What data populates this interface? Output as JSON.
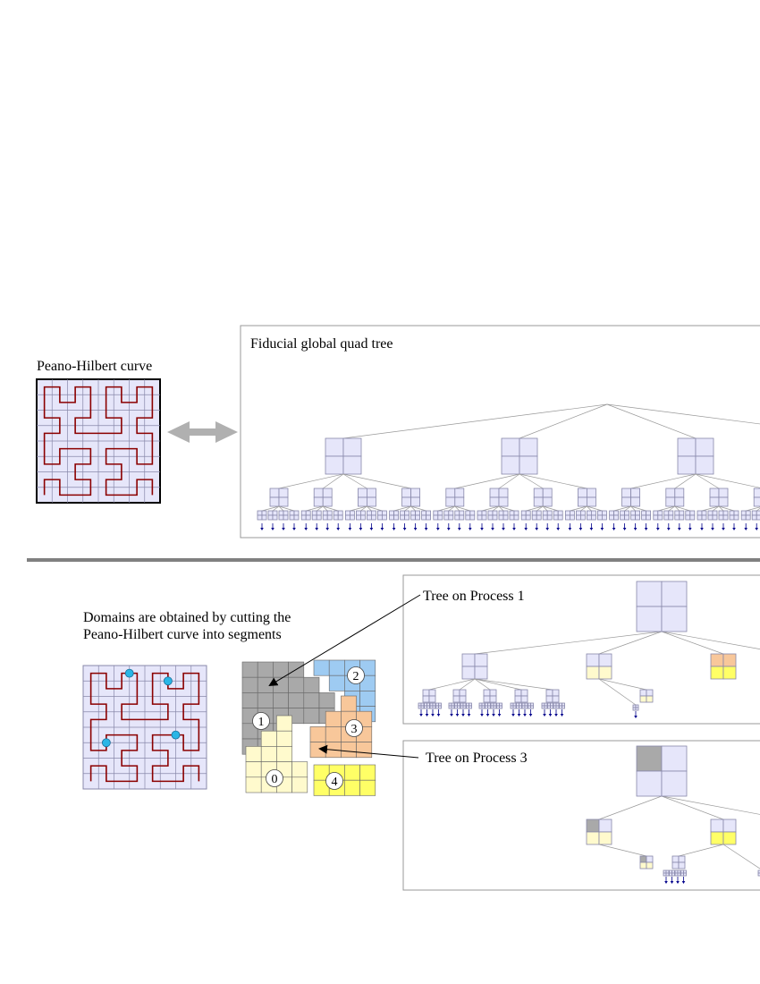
{
  "labels": {
    "peano_title": "Peano-Hilbert curve",
    "global_tree_title": "Fiducial global quad tree",
    "domains_line1": "Domains are obtained by cutting the",
    "domains_line2": "Peano-Hilbert curve into segments",
    "tree_process1": "Tree on Process 1",
    "tree_process3": "Tree on Process 3"
  },
  "domains": [
    {
      "number": "0",
      "color": "#fffacd"
    },
    {
      "number": "1",
      "color": "#a9a9a9"
    },
    {
      "number": "2",
      "color": "#9ecbf2"
    },
    {
      "number": "3",
      "color": "#f8c79a"
    },
    {
      "number": "4",
      "color": "#ffff66"
    }
  ],
  "colors": {
    "cell_fill": "#e6e6fa",
    "cell_line": "#8888aa",
    "curve": "#8b0000",
    "cut_point": "#29b6e6",
    "separator": "#808080",
    "arrow": "#b0b0b0",
    "leaf_arrow": "#00008b"
  },
  "icons": {
    "double_arrow": "double-headed-arrow-icon",
    "leaf_arrows": "down-arrow-icon"
  }
}
